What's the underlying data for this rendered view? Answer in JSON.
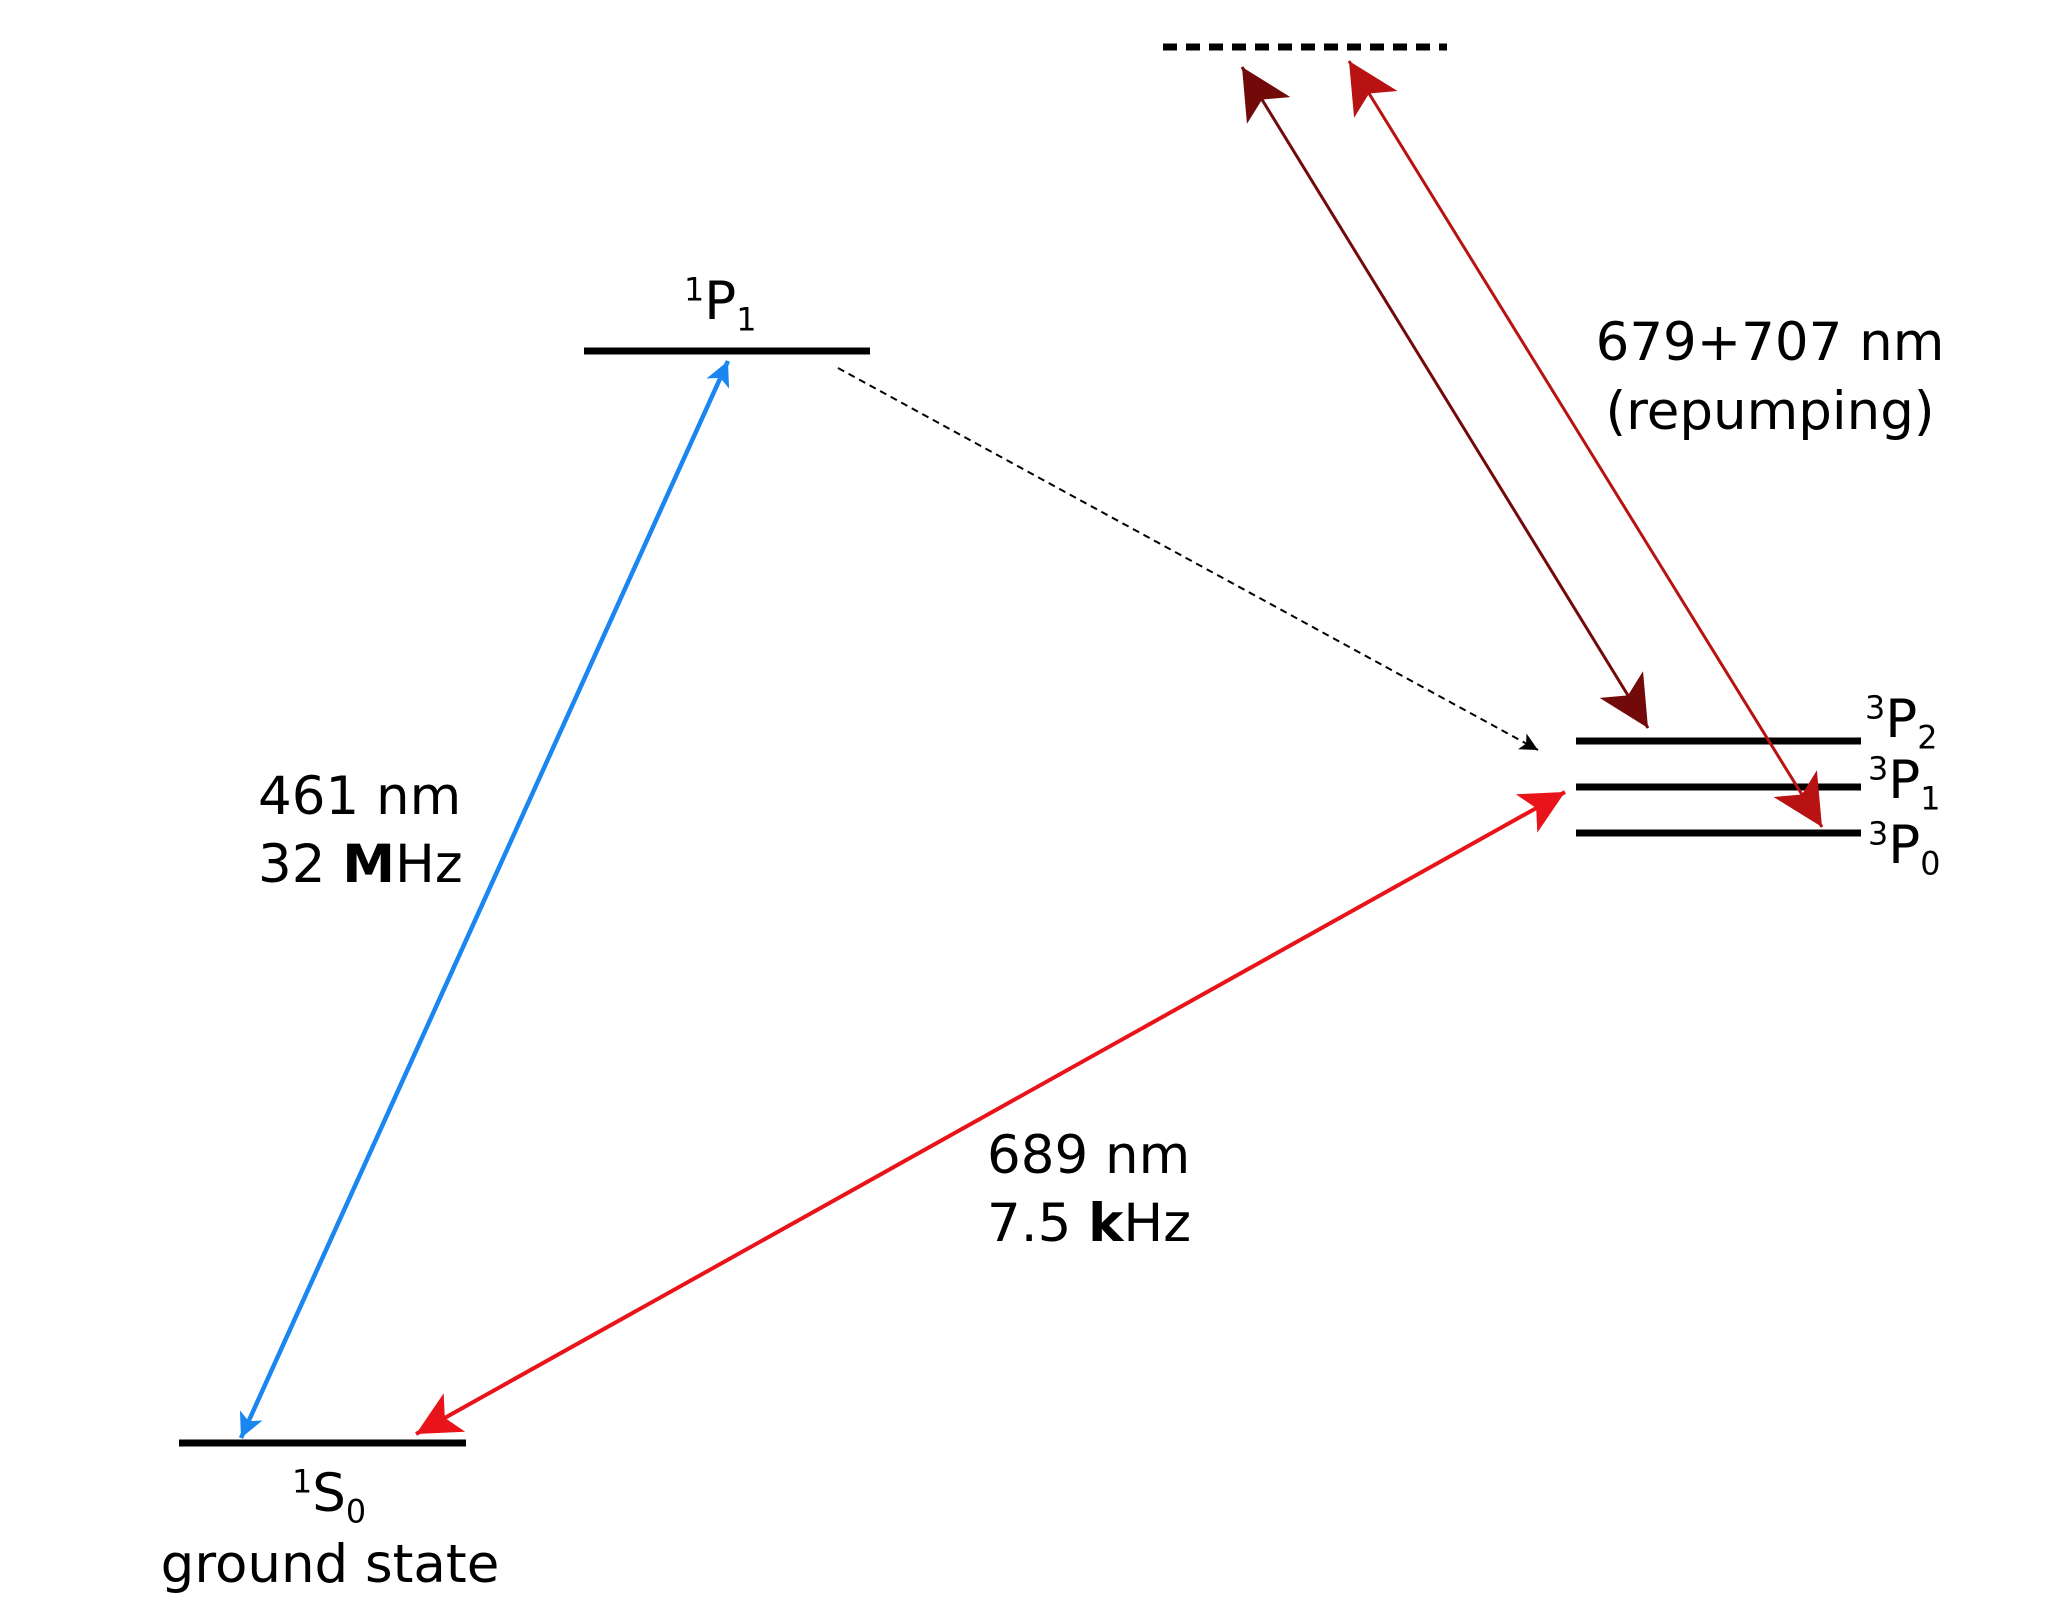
{
  "colors": {
    "blue": "#1a86f0",
    "red": "#e8141a",
    "dark_red": "#730a0a",
    "medium_red": "#b81212",
    "level": "#000000"
  },
  "levels": {
    "p1": {
      "pre": "1",
      "letter": "P",
      "sub": "1"
    },
    "s0": {
      "pre": "1",
      "letter": "S",
      "sub": "0",
      "caption": "ground state"
    },
    "p2_triplet": {
      "pre": "3",
      "letter": "P",
      "sub": "2"
    },
    "p1_triplet": {
      "pre": "3",
      "letter": "P",
      "sub": "1"
    },
    "p0_triplet": {
      "pre": "3",
      "letter": "P",
      "sub": "0"
    }
  },
  "transitions": {
    "blue": {
      "wavelength": "461 nm",
      "linewidth_num": "32 ",
      "linewidth_bold": "M",
      "linewidth_unit": "Hz"
    },
    "red": {
      "wavelength": "689 nm",
      "linewidth_num": "7.5 ",
      "linewidth_bold": "k",
      "linewidth_unit": "Hz"
    },
    "repump": {
      "line1": "679+707 nm",
      "line2": "(repumping)"
    }
  }
}
